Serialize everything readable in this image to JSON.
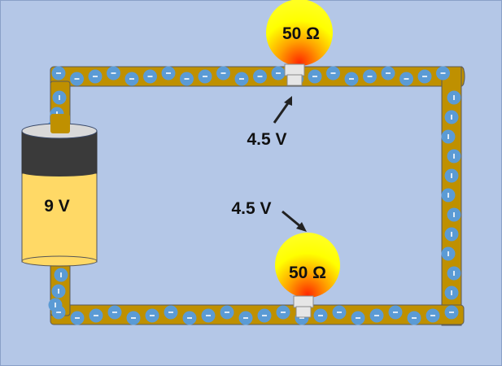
{
  "battery": {
    "label": "9 V"
  },
  "bulbs": [
    {
      "label": "50 Ω",
      "voltage_label": "4.5 V"
    },
    {
      "label": "50 Ω",
      "voltage_label": "4.5 V"
    }
  ],
  "electron_symbol": "−",
  "colors": {
    "background": "#b4c7e7",
    "wire": "#bf9000",
    "electron": "#5b9bd5",
    "battery_top": "#3a3a3a",
    "battery_body": "#ffd966",
    "bulb_glow": "#ffff00",
    "bulb_core": "#ff3300"
  }
}
